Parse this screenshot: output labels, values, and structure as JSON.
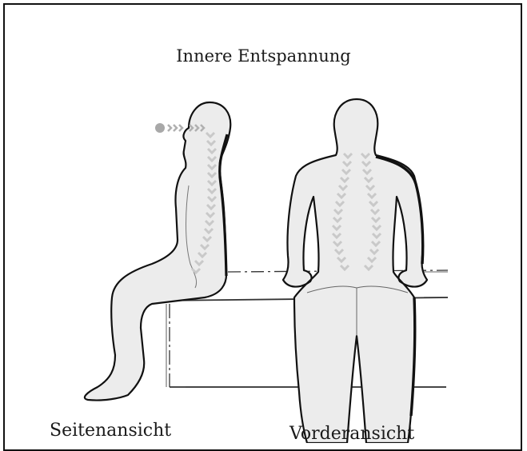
{
  "title": "Innere Entspannung",
  "captions": {
    "side_view": "Seitenansicht",
    "front_view": "Vorderansicht"
  },
  "colors": {
    "figure_fill": "#ececec",
    "outline": "#111111",
    "spine_chevrons": "#c9c9c9",
    "gaze_dots": "#a8a8a8",
    "bench_lines": "#333333"
  }
}
